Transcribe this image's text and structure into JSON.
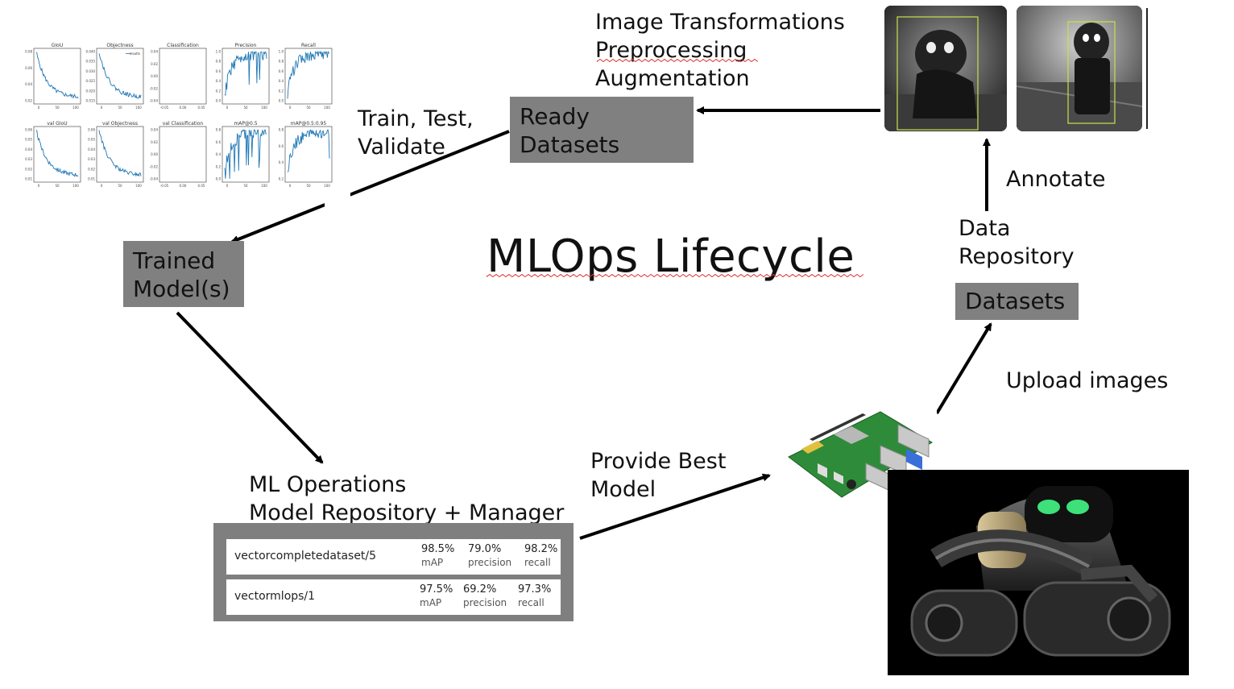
{
  "title": "MLOps Lifecycle",
  "labels": {
    "image_transformations": [
      "Image Transformations",
      "Preprocessing",
      "Augmentation"
    ],
    "train_test_validate": [
      "Train, Test,",
      "Validate"
    ],
    "annotate": "Annotate",
    "data_repository": [
      "Data",
      "Repository"
    ],
    "upload_images": "Upload images",
    "provide_best_model": [
      "Provide Best",
      "Model"
    ],
    "ml_operations": [
      "ML Operations",
      "Model Repository + Manager"
    ]
  },
  "boxes": {
    "ready_datasets": [
      "Ready",
      "Datasets"
    ],
    "trained_models": [
      "Trained",
      "Model(s)"
    ],
    "datasets": "Datasets"
  },
  "training_plots": [
    {
      "title": "GIoU",
      "yticks": [
        "0.08",
        "0.06",
        "0.04",
        "0.02"
      ],
      "xticks": [
        "0",
        "50",
        "100"
      ]
    },
    {
      "title": "Objectness",
      "yticks": [
        "0.040",
        "0.035",
        "0.030",
        "0.025",
        "0.020",
        "0.015"
      ],
      "xticks": [
        "0",
        "50",
        "100"
      ],
      "legend": "results"
    },
    {
      "title": "Classification",
      "yticks": [
        "0.04",
        "0.02",
        "0.00",
        "-0.02",
        "-0.04"
      ],
      "xticks": [
        "-0.05",
        "0.00",
        "0.05"
      ]
    },
    {
      "title": "Precision",
      "yticks": [
        "1.0",
        "0.8",
        "0.6",
        "0.4",
        "0.2",
        "0.0"
      ],
      "xticks": [
        "0",
        "50",
        "100"
      ]
    },
    {
      "title": "Recall",
      "yticks": [
        "1.0",
        "0.8",
        "0.6",
        "0.4",
        "0.2",
        "0.0"
      ],
      "xticks": [
        "0",
        "50",
        "100"
      ]
    },
    {
      "title": "val GIoU",
      "yticks": [
        "0.06",
        "0.05",
        "0.04",
        "0.03",
        "0.02",
        "0.01"
      ],
      "xticks": [
        "0",
        "50",
        "100"
      ]
    },
    {
      "title": "val Objectness",
      "yticks": [
        "0.06",
        "0.05",
        "0.04",
        "0.03",
        "0.02",
        "0.01"
      ],
      "xticks": [
        "0",
        "50",
        "100"
      ]
    },
    {
      "title": "val Classification",
      "yticks": [
        "0.04",
        "0.02",
        "0.00",
        "-0.02",
        "-0.04"
      ],
      "xticks": [
        "-0.05",
        "0.00",
        "0.05"
      ]
    },
    {
      "title": "mAP@0.5",
      "yticks": [
        "0.8",
        "0.6",
        "0.4",
        "0.2",
        "0.0"
      ],
      "xticks": [
        "0",
        "50",
        "100"
      ]
    },
    {
      "title": "mAP@0.5:0.95",
      "yticks": [
        "0.8",
        "0.6",
        "0.4",
        "0.2"
      ],
      "xticks": [
        "0",
        "50",
        "100"
      ]
    }
  ],
  "model_repository": [
    {
      "name": "vectorcompletedataset/5",
      "mAP": "98.5%",
      "precision": "79.0%",
      "recall": "98.2%"
    },
    {
      "name": "vectormlops/1",
      "mAP": "97.5%",
      "precision": "69.2%",
      "recall": "97.3%"
    }
  ],
  "metric_labels": {
    "map": "mAP",
    "precision": "precision",
    "recall": "recall"
  },
  "colors": {
    "box_fill": "#808080",
    "plot_line": "#1f77b4",
    "annotation_box": "#c8e04a",
    "robot_eyes": "#3ee07a",
    "board_green": "#2e8b3a"
  },
  "images": [
    "training-metrics-plots",
    "annotated-robot-image-1",
    "annotated-robot-image-2",
    "raspberry-pi-board",
    "vector-robot"
  ]
}
